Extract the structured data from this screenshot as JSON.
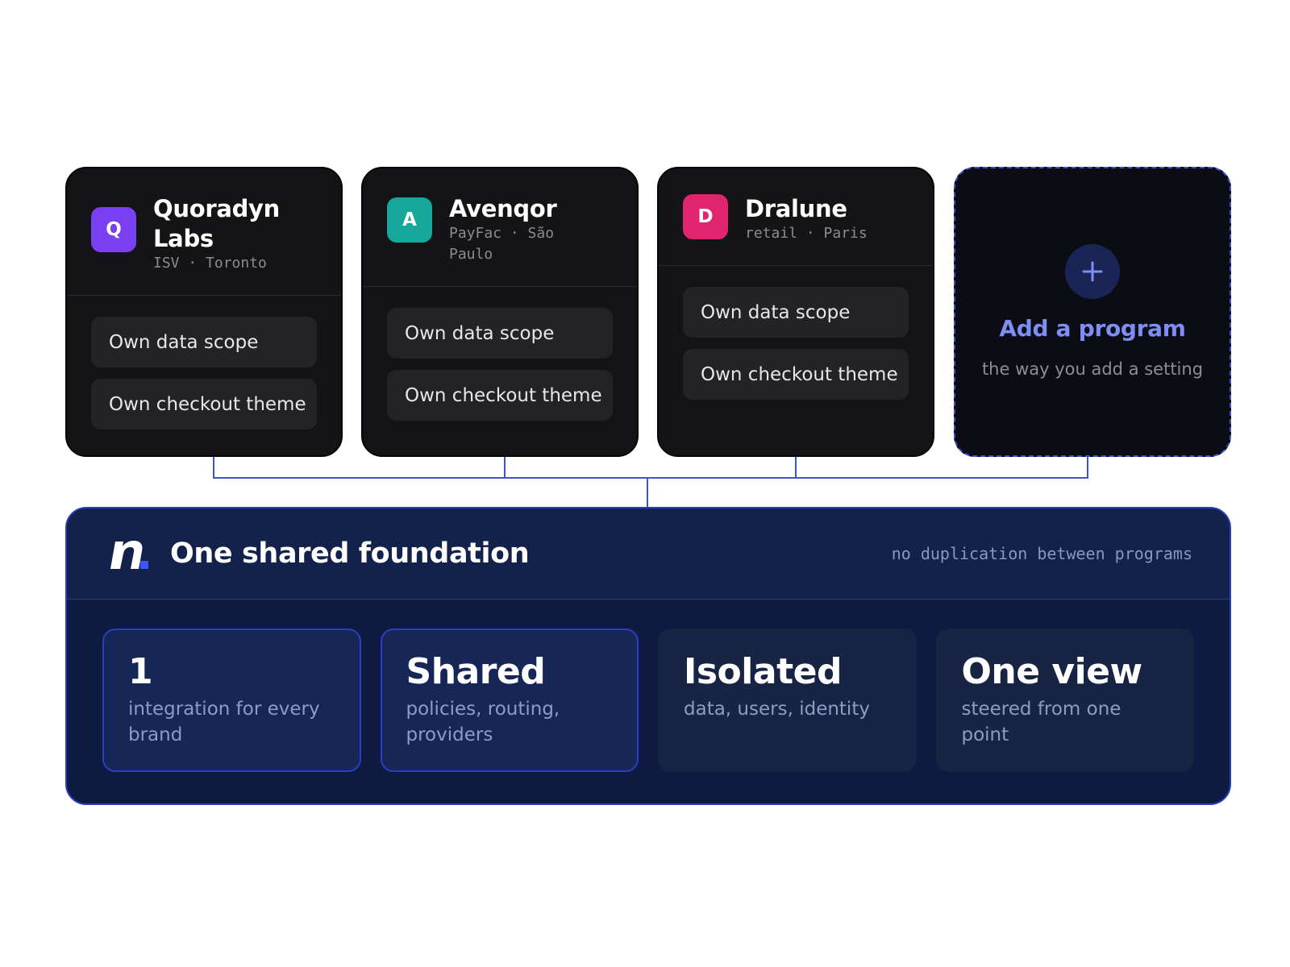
{
  "programs": [
    {
      "initial": "Q",
      "name_lines": [
        "Quoradyn",
        "Labs"
      ],
      "meta_lines": [
        "ISV · Toronto"
      ],
      "color": "#7b3ff2",
      "features": [
        "Own data scope",
        "Own checkout theme"
      ]
    },
    {
      "initial": "A",
      "name_lines": [
        "Avenqor"
      ],
      "meta_lines": [
        "PayFac · São",
        "Paulo"
      ],
      "color": "#14a79a",
      "features": [
        "Own data scope",
        "Own checkout theme"
      ]
    },
    {
      "initial": "D",
      "name_lines": [
        "Dralune"
      ],
      "meta_lines": [
        "retail · Paris"
      ],
      "color": "#e0246e",
      "features": [
        "Own data scope",
        "Own checkout theme"
      ]
    }
  ],
  "add_program": {
    "title": "Add a program",
    "subtitle": "the way you add a setting",
    "icon": "plus-icon"
  },
  "foundation": {
    "title": "One shared foundation",
    "note": "no duplication between programs",
    "logo_icon": "brand-n-logo",
    "stats": [
      {
        "value": "1",
        "desc_lines": [
          "integration for every",
          "brand"
        ],
        "highlight": true
      },
      {
        "value": "Shared",
        "desc_lines": [
          "policies, routing,",
          "providers"
        ],
        "highlight": true
      },
      {
        "value": "Isolated",
        "desc_lines": [
          "data, users, identity"
        ],
        "highlight": false
      },
      {
        "value": "One view",
        "desc_lines": [
          "steered from one point"
        ],
        "highlight": false
      }
    ]
  },
  "colors": {
    "connector": "#3a55d8",
    "accent": "#7e8ef5",
    "logo_dot": "#3a55ff"
  }
}
